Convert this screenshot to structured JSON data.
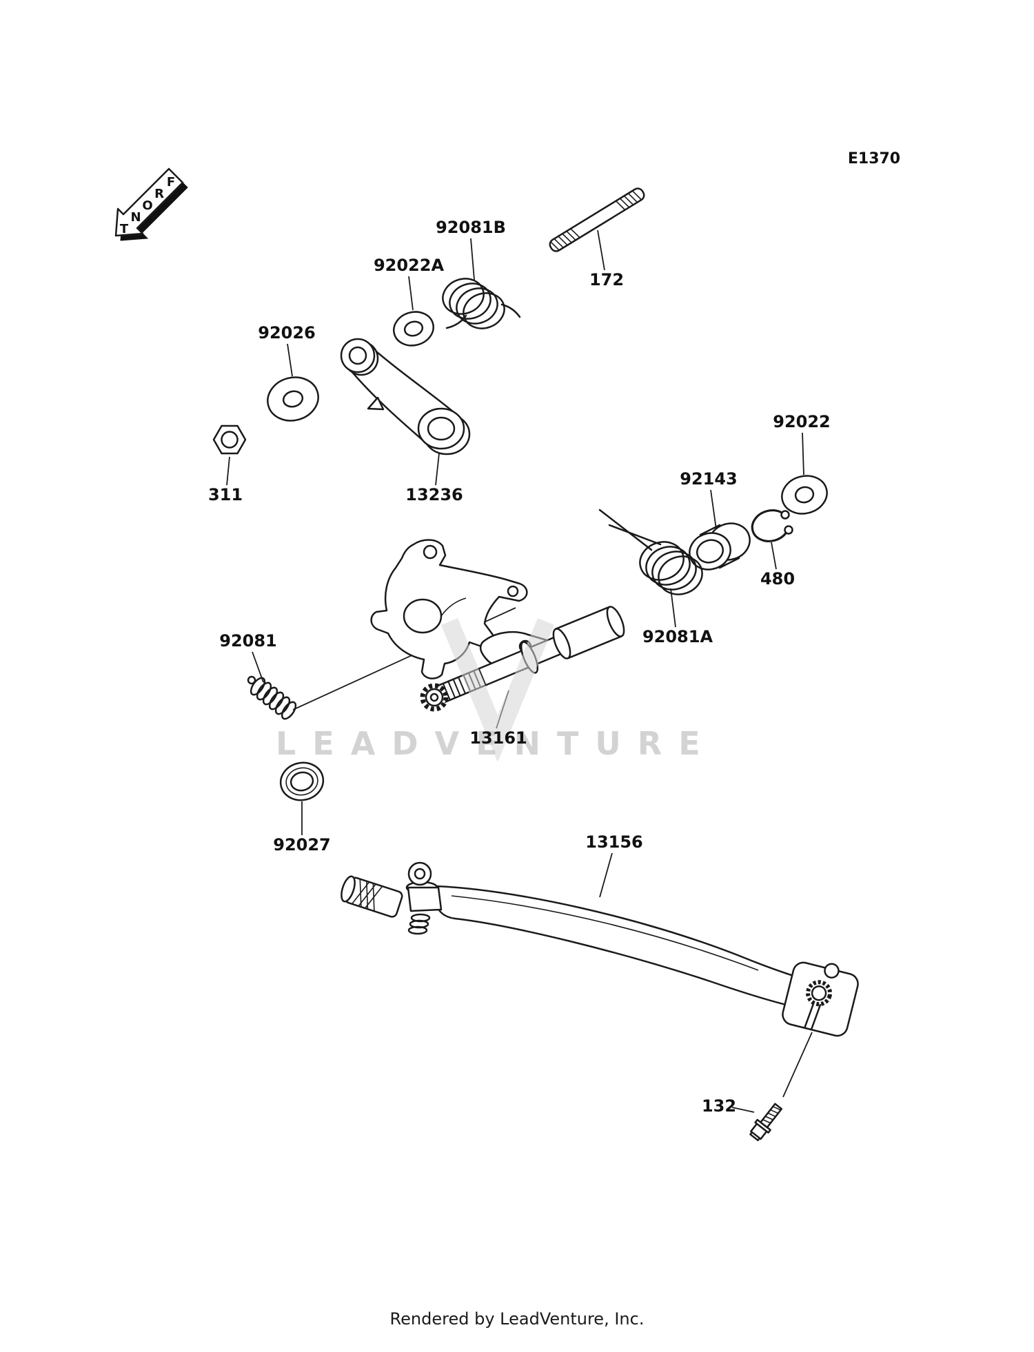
{
  "page": {
    "code": "E1370",
    "front_label": "FRONT",
    "watermark": "LEADVENTURE",
    "footer": "Rendered by LeadVenture, Inc."
  },
  "parts": [
    {
      "ref": "92081B"
    },
    {
      "ref": "92022A"
    },
    {
      "ref": "92026"
    },
    {
      "ref": "311"
    },
    {
      "ref": "13236"
    },
    {
      "ref": "172"
    },
    {
      "ref": "92022"
    },
    {
      "ref": "92143"
    },
    {
      "ref": "480"
    },
    {
      "ref": "92081A"
    },
    {
      "ref": "92081"
    },
    {
      "ref": "13161"
    },
    {
      "ref": "92027"
    },
    {
      "ref": "13156"
    },
    {
      "ref": "132"
    }
  ]
}
